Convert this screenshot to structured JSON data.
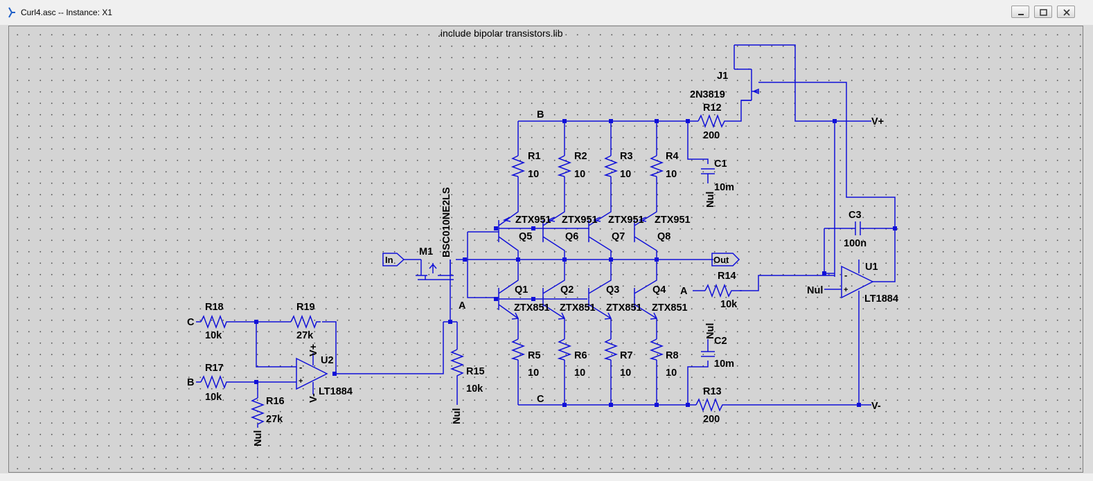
{
  "window": {
    "title": "Curl4.asc -- Instance: X1",
    "controls": [
      "minimize",
      "restore",
      "close"
    ]
  },
  "schematic": {
    "directive": ".include bipolar transistors.lib",
    "net_labels": {
      "b_top": "B",
      "c_bottom": "C",
      "a_mid": "A"
    },
    "ports": {
      "in": "In",
      "out": "Out",
      "vplus": "V+",
      "vminus": "V-",
      "a_in": "A",
      "b_in": "B",
      "c_in": "C"
    },
    "ground": "Nul",
    "top_resistors": [
      {
        "name": "R1",
        "value": "10"
      },
      {
        "name": "R2",
        "value": "10"
      },
      {
        "name": "R3",
        "value": "10"
      },
      {
        "name": "R4",
        "value": "10"
      }
    ],
    "bottom_resistors": [
      {
        "name": "R5",
        "value": "10"
      },
      {
        "name": "R6",
        "value": "10"
      },
      {
        "name": "R7",
        "value": "10"
      },
      {
        "name": "R8",
        "value": "10"
      }
    ],
    "pnp": [
      {
        "name": "Q5",
        "model": "ZTX951"
      },
      {
        "name": "Q6",
        "model": "ZTX951"
      },
      {
        "name": "Q7",
        "model": "ZTX951"
      },
      {
        "name": "Q8",
        "model": "ZTX951"
      }
    ],
    "npn": [
      {
        "name": "Q1",
        "model": "ZTX851"
      },
      {
        "name": "Q2",
        "model": "ZTX851"
      },
      {
        "name": "Q3",
        "model": "ZTX851"
      },
      {
        "name": "Q4",
        "model": "ZTX851"
      }
    ],
    "mosfet": {
      "name": "M1",
      "model": "BSC010NE2LS"
    },
    "jfet": {
      "name": "J1",
      "model": "2N3819"
    },
    "r12": {
      "name": "R12",
      "value": "200"
    },
    "r13": {
      "name": "R13",
      "value": "200"
    },
    "r14": {
      "name": "R14",
      "value": "10k"
    },
    "r15": {
      "name": "R15",
      "value": "10k"
    },
    "r16": {
      "name": "R16",
      "value": "27k"
    },
    "r17": {
      "name": "R17",
      "value": "10k"
    },
    "r18": {
      "name": "R18",
      "value": "10k"
    },
    "r19": {
      "name": "R19",
      "value": "27k"
    },
    "c1": {
      "name": "C1",
      "value": "10m"
    },
    "c2": {
      "name": "C2",
      "value": "10m"
    },
    "c3": {
      "name": "C3",
      "value": "100n"
    },
    "u1": {
      "name": "U1",
      "model": "LT1884"
    },
    "u2": {
      "name": "U2",
      "model": "LT1884",
      "vplus": "V+",
      "vminus": "V-"
    },
    "opamp_pins": {
      "minus": "-",
      "plus": "+"
    }
  },
  "colors": {
    "wire": "#1010d8",
    "canvas": "#d4d4d4",
    "grid_dot": "#5a5a5a"
  }
}
